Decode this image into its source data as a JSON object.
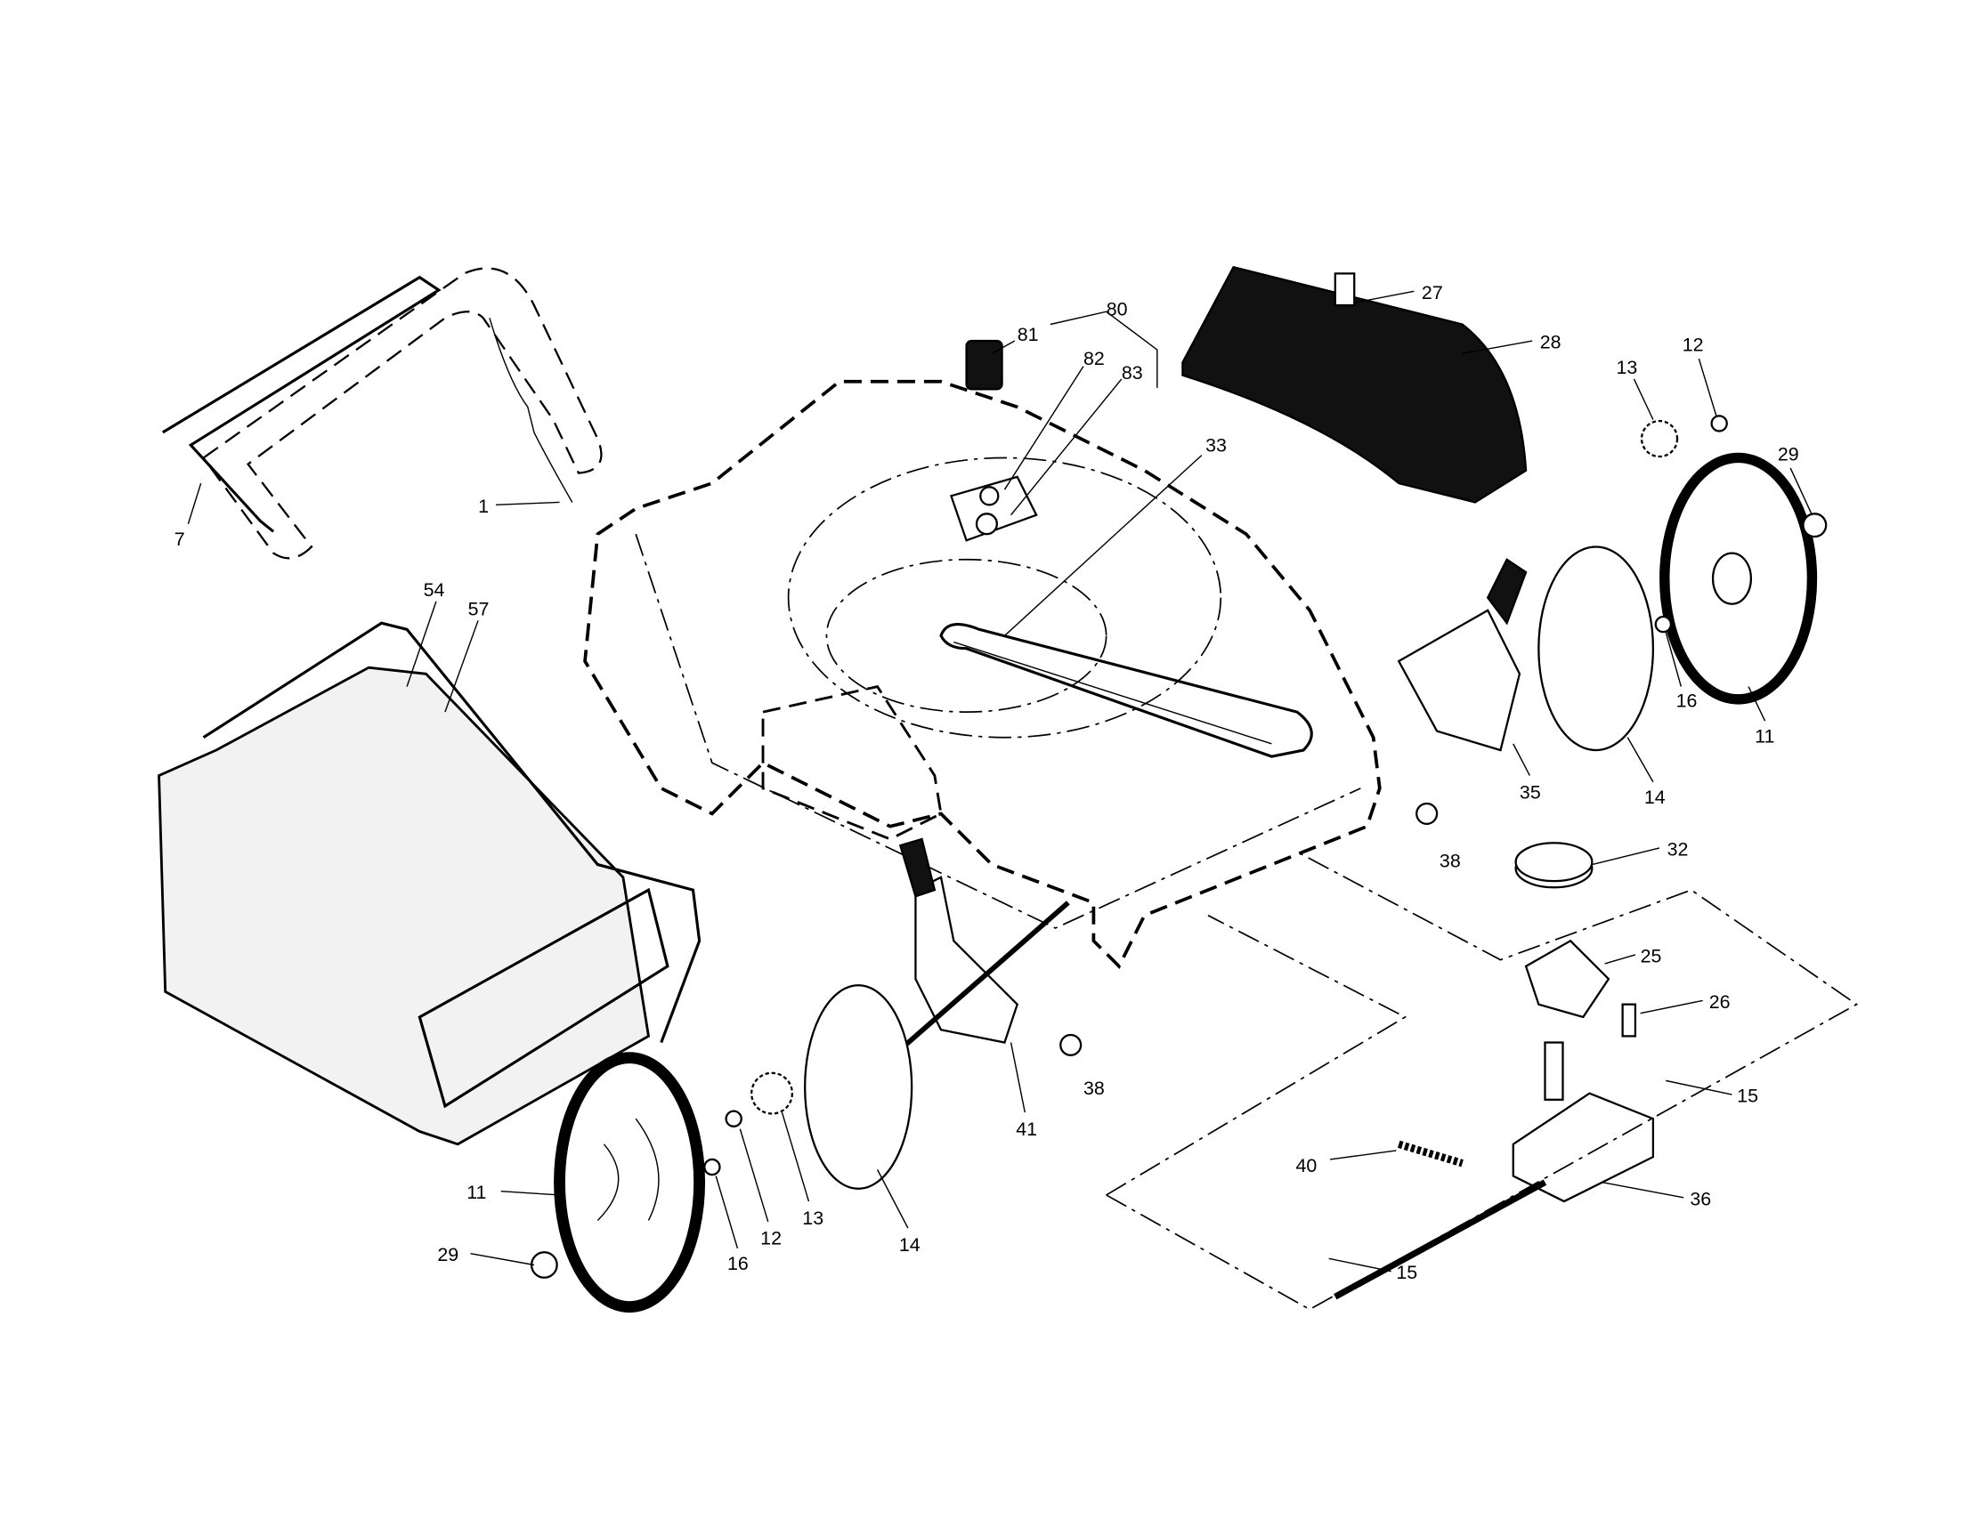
{
  "diagram_title": "",
  "labels": {
    "p80": "80",
    "p81": "81",
    "p82": "82",
    "p83": "83",
    "p27": "27",
    "p28": "28",
    "p13a": "13",
    "p12a": "12",
    "p29a": "29",
    "p33": "33",
    "p1": "1",
    "p7": "7",
    "p54": "54",
    "p57": "57",
    "p16a": "16",
    "p11a": "11",
    "p35": "35",
    "p14a": "14",
    "p38a": "38",
    "p32": "32",
    "p25": "25",
    "p26": "26",
    "p41": "41",
    "p38b": "38",
    "p15a": "15",
    "p40": "40",
    "p36": "36",
    "p11b": "11",
    "p13b": "13",
    "p12b": "12",
    "p16b": "16",
    "p14b": "14",
    "p29b": "29",
    "p15b": "15"
  }
}
